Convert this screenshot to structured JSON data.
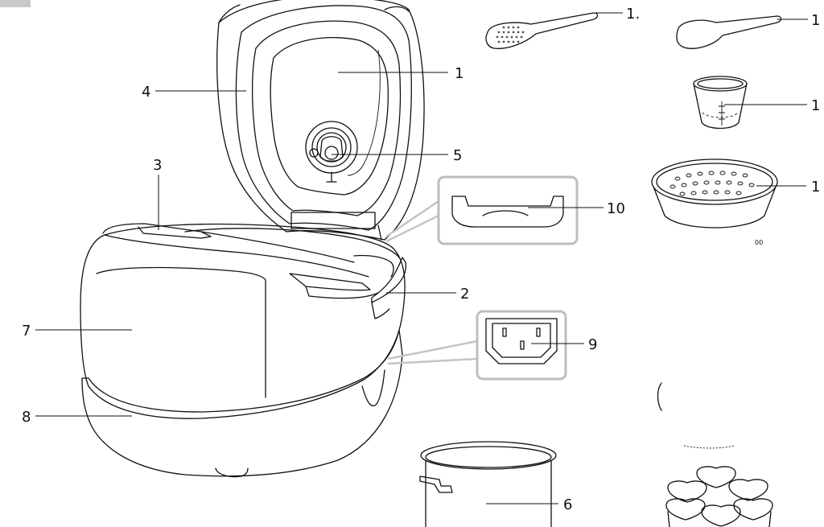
{
  "diagram": {
    "callouts": [
      {
        "id": "c1-lid-inner",
        "label": "1"
      },
      {
        "id": "c4-lid",
        "label": "4"
      },
      {
        "id": "c5-valve",
        "label": "5"
      },
      {
        "id": "c3-button",
        "label": "3"
      },
      {
        "id": "c10-hinge",
        "label": "10"
      },
      {
        "id": "c2-handle",
        "label": "2"
      },
      {
        "id": "c7-body",
        "label": "7"
      },
      {
        "id": "c9-socket",
        "label": "9"
      },
      {
        "id": "c8-base",
        "label": "8"
      },
      {
        "id": "c6-inner-pot",
        "label": "6"
      },
      {
        "id": "c-spatula",
        "label": "1."
      },
      {
        "id": "c-spoon",
        "label": "1"
      },
      {
        "id": "c-cup",
        "label": "1"
      },
      {
        "id": "c-steamer",
        "label": "1"
      },
      {
        "id": "c-small-mark",
        "label": "00"
      }
    ]
  }
}
